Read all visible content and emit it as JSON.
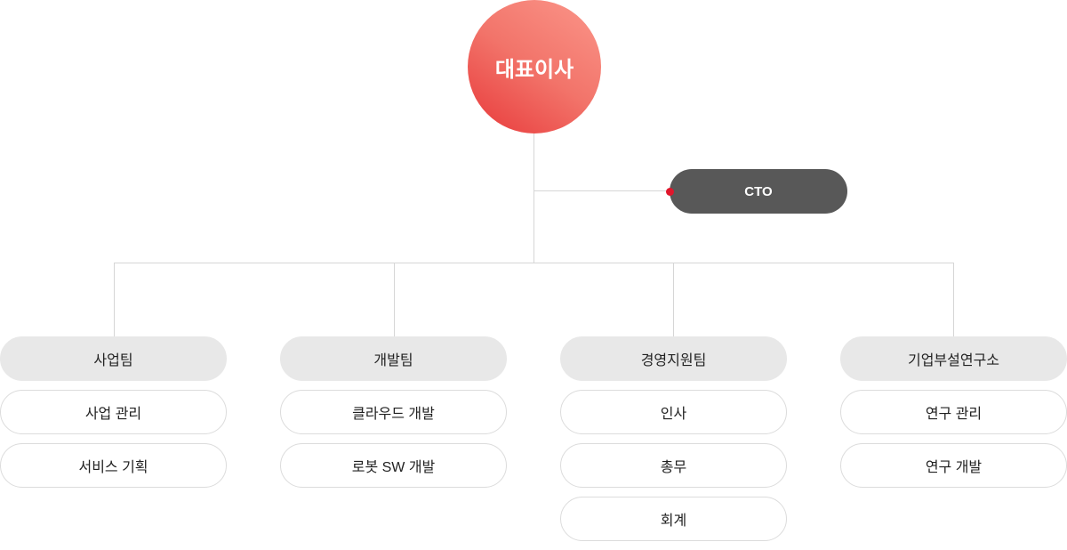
{
  "ceo": "대표이사",
  "cto": "CTO",
  "teams": [
    {
      "name": "사업팀",
      "items": [
        "사업 관리",
        "서비스 기획"
      ]
    },
    {
      "name": "개발팀",
      "items": [
        "클라우드 개발",
        "로봇 SW 개발"
      ]
    },
    {
      "name": "경영지원팀",
      "items": [
        "인사",
        "총무",
        "회계"
      ]
    },
    {
      "name": "기업부설연구소",
      "items": [
        "연구 관리",
        "연구 개발"
      ]
    }
  ],
  "colors": {
    "accent": "#e8393a",
    "cto_bg": "#585858",
    "dot": "#e0162b"
  }
}
